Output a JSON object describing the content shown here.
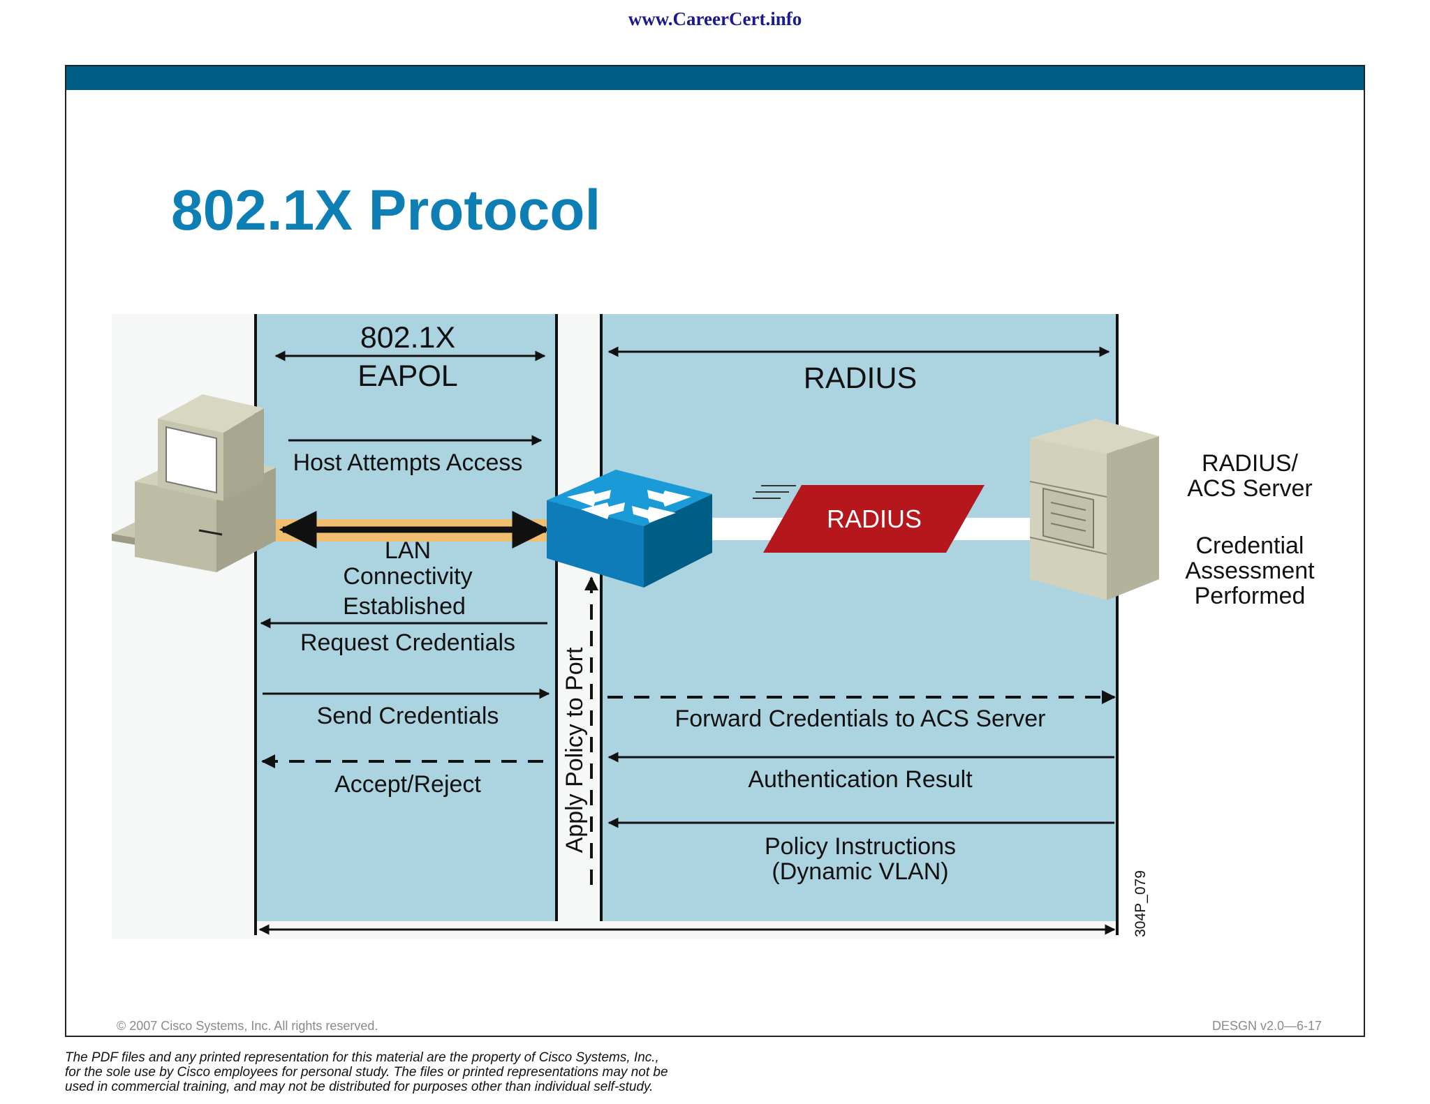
{
  "watermark": "www.CareerCert.info",
  "slide": {
    "title": "802.1X Protocol",
    "copyright": "© 2007 Cisco Systems, Inc. All rights reserved.",
    "course_code": "DESGN v2.0—6-17"
  },
  "diagram": {
    "eapol_label_1": "802.1X",
    "eapol_label_2": "EAPOL",
    "radius_label": "RADIUS",
    "radius_packet_label": "RADIUS",
    "host_attempts": "Host Attempts Access",
    "lan_1": "LAN",
    "lan_2": "Connectivity",
    "lan_3": "Established",
    "request_credentials": "Request Credentials",
    "send_credentials": "Send Credentials",
    "accept_reject": "Accept/Reject",
    "apply_policy": "Apply Policy to Port",
    "forward_credentials": "Forward Credentials to ACS Server",
    "auth_result": "Authentication Result",
    "policy_1": "Policy Instructions",
    "policy_2": "(Dynamic VLAN)",
    "server_1": "RADIUS/",
    "server_2": "ACS Server",
    "assess_1": "Credential",
    "assess_2": "Assessment",
    "assess_3": "Performed",
    "figure_id": "304P_079",
    "icons": [
      "workstation-icon",
      "switch-icon",
      "server-icon"
    ],
    "colors": {
      "panel": "#acd4e0",
      "lan_band": "#f0c070",
      "radius_red": "#b5171c",
      "switch_blue": "#1a9ad6",
      "band": "#005e86",
      "title": "#0e7fb4"
    }
  },
  "disclaimer": {
    "line1": "The PDF files and any printed representation for this material are the property of Cisco Systems, Inc.,",
    "line2": "for the sole use by Cisco employees for personal study. The files or printed representations may not be",
    "line3": "used in commercial training, and may not be distributed for purposes other than individual self-study."
  }
}
